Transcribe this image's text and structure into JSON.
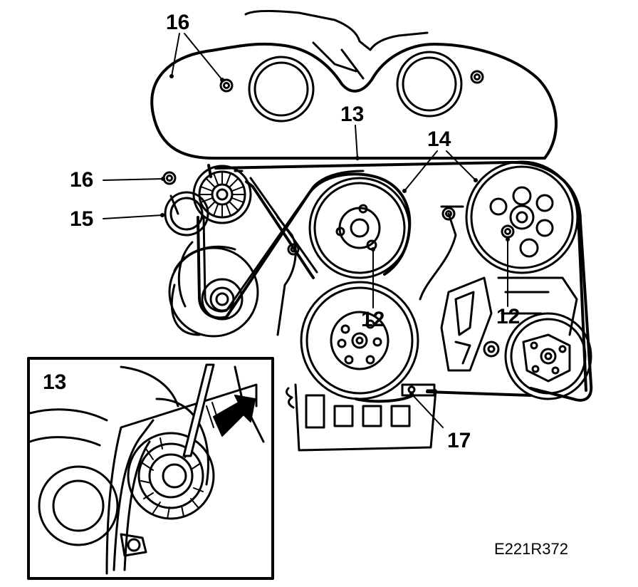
{
  "figure_id": "E221R372",
  "callouts": {
    "c16_top": "16",
    "c16_left": "16",
    "c15": "15",
    "c13_top": "13",
    "c14": "14",
    "c12_center": "12",
    "c12_right": "12",
    "c17": "17"
  },
  "inset": {
    "label": "13"
  }
}
